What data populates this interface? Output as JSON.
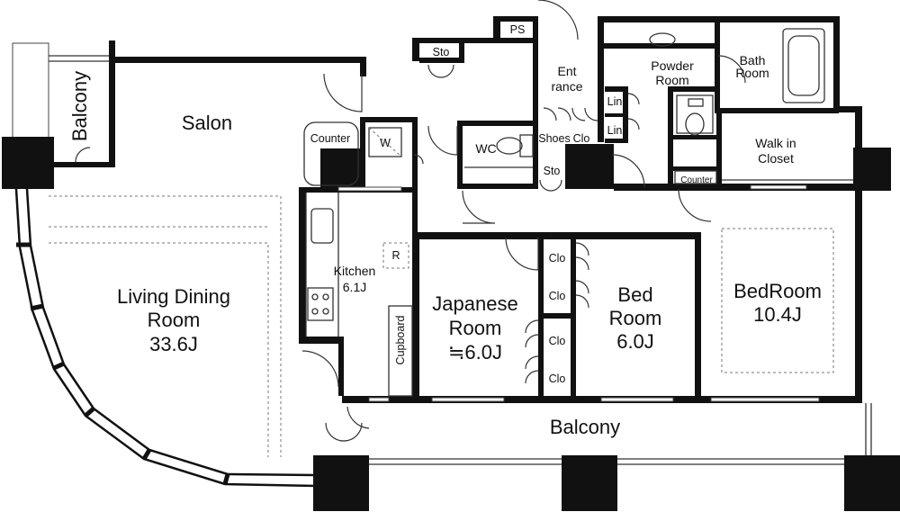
{
  "rooms": {
    "salon": "Salon",
    "balcony_left": "Balcony",
    "living_1": "Living Dining",
    "living_2": "Room",
    "living_3": "33.6J",
    "kitchen_1": "Kitchen",
    "kitchen_2": "6.1J",
    "counter_left": "Counter",
    "washer": "W",
    "fridge": "R",
    "cupboard": "Cupboard",
    "sto_top": "Sto",
    "ps": "PS",
    "entrance_1": "Ent",
    "entrance_2": "rance",
    "wc": "WC",
    "shoes": "Shoes",
    "clo_shoes": "Clo",
    "sto_mid": "Sto",
    "lin_1": "Lin",
    "lin_2": "Lin",
    "powder_1": "Powder",
    "powder_2": "Room",
    "bath_1": "Bath",
    "bath_2": "Room",
    "walkin_1": "Walk in",
    "walkin_2": "Closet",
    "counter_right": "Counter",
    "japanese_1": "Japanese",
    "japanese_2": "Room",
    "japanese_3": "≒6.0J",
    "clo_j1": "Clo",
    "clo_j2": "Clo",
    "clo_b1": "Clo",
    "clo_b2": "Clo",
    "bed_1": "Bed",
    "bed_2": "Room",
    "bed_3": "6.0J",
    "master_1": "BedRoom",
    "master_2": "10.4J",
    "balcony_bottom": "Balcony"
  }
}
